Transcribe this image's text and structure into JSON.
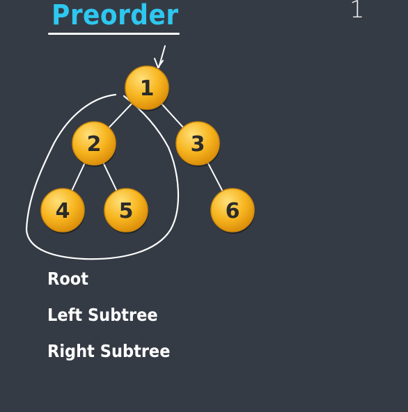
{
  "title": "Preorder",
  "output_sequence": "1",
  "steps": [
    "Root",
    "Left Subtree",
    "Right Subtree"
  ],
  "colors": {
    "background": "#353b45",
    "title": "#2ec7ef",
    "node_fill": "#f5b41e",
    "node_outline": "#d08a0a",
    "edge": "#ffffff",
    "label": "#2b2b2b"
  },
  "tree": {
    "nodes": [
      {
        "id": "1",
        "label": "1"
      },
      {
        "id": "2",
        "label": "2"
      },
      {
        "id": "3",
        "label": "3"
      },
      {
        "id": "4",
        "label": "4"
      },
      {
        "id": "5",
        "label": "5"
      },
      {
        "id": "6",
        "label": "6"
      }
    ],
    "edges": [
      {
        "from": "1",
        "to": "2"
      },
      {
        "from": "1",
        "to": "3"
      },
      {
        "from": "2",
        "to": "4"
      },
      {
        "from": "2",
        "to": "5"
      },
      {
        "from": "3",
        "to": "6"
      }
    ],
    "current_node": "1",
    "highlighted_subtree_root": "2"
  }
}
